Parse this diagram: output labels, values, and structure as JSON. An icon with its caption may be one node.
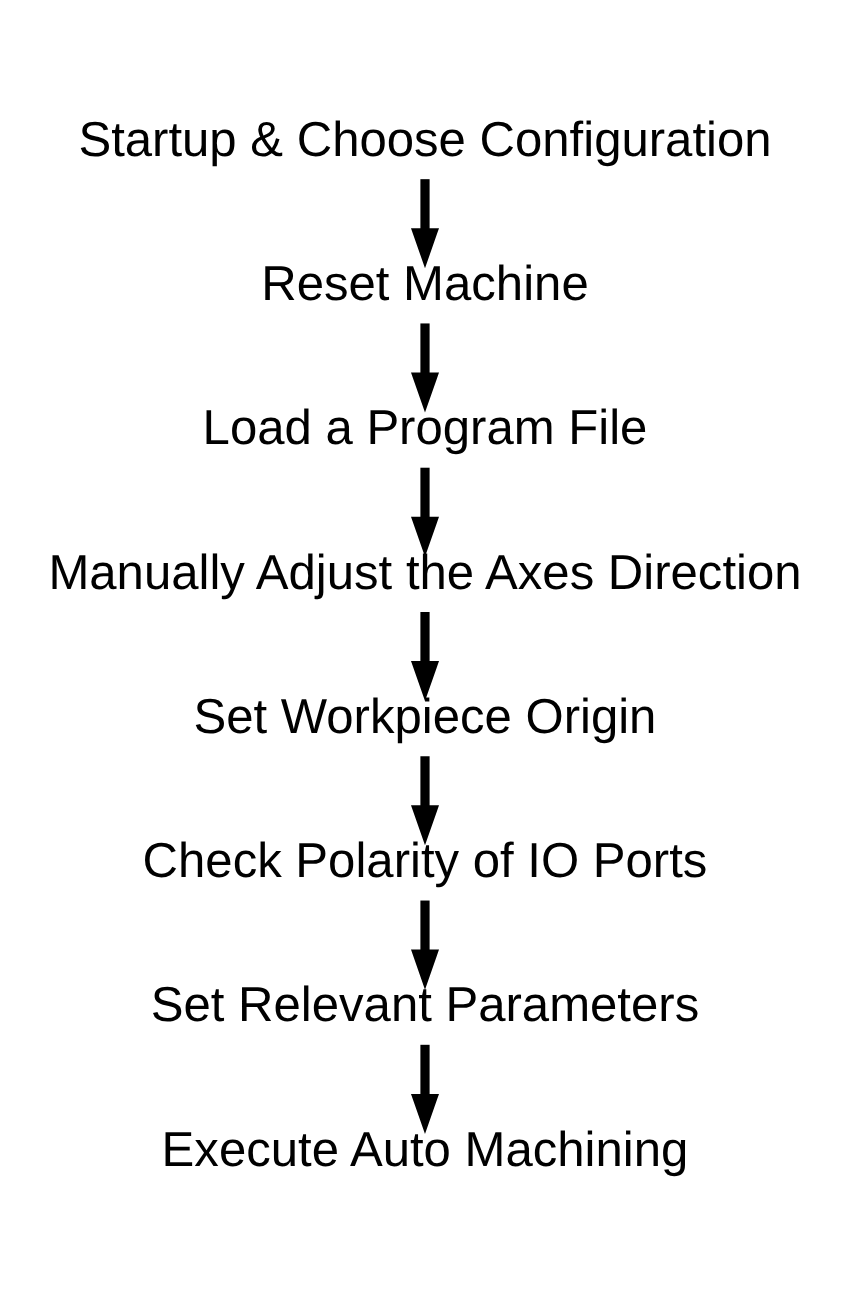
{
  "diagram": {
    "nodes": [
      {
        "text": [
          "Startup & Choose Configuration"
        ]
      },
      {
        "text": [
          "Reset Machine"
        ]
      },
      {
        "text": [
          "Load a Program File"
        ]
      },
      {
        "text": [
          "Manually Adjust the Axes Direction"
        ]
      },
      {
        "text": [
          "Set Workpiece Origin"
        ]
      },
      {
        "text": [
          "Check Polarity of IO Ports"
        ]
      },
      {
        "text": [
          "Set Relevant Parameters"
        ]
      },
      {
        "text": [
          "Execute Auto Machining"
        ]
      }
    ],
    "edges": [
      {
        "from": 0,
        "to": 1,
        "arrow": "to"
      },
      {
        "from": 1,
        "to": 2,
        "arrow": "to"
      },
      {
        "from": 2,
        "to": 3,
        "arrow": "to"
      },
      {
        "from": 3,
        "to": 4,
        "arrow": "to"
      },
      {
        "from": 4,
        "to": 5,
        "arrow": "to"
      },
      {
        "from": 5,
        "to": 6,
        "arrow": "to"
      },
      {
        "from": 6,
        "to": 7,
        "arrow": "to"
      }
    ]
  }
}
